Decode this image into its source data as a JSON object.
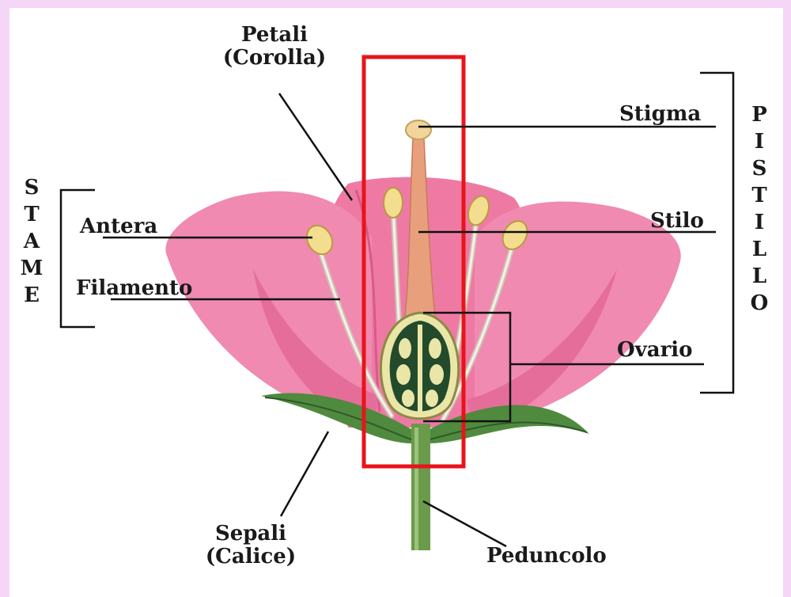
{
  "labels": {
    "petali_1": "Petali",
    "petali_2": "(Corolla)",
    "stigma": "Stigma",
    "stilo": "Stilo",
    "ovario": "Ovario",
    "antera": "Antera",
    "filamento": "Filamento",
    "sepali_1": "Sepali",
    "sepali_2": "(Calice)",
    "peduncolo": "Peduncolo"
  },
  "groups": {
    "stame": [
      "S",
      "T",
      "A",
      "M",
      "E"
    ],
    "pistillo": [
      "P",
      "I",
      "S",
      "T",
      "I",
      "L",
      "L",
      "O"
    ]
  },
  "colors": {
    "page_border": "#f6d6f6",
    "petal": "#f07ba6",
    "petal_dark": "#d85a88",
    "sepal": "#4f8a3e",
    "stem": "#6a9a4a",
    "anther": "#f3dd8f",
    "ovary_fill": "#e9e6a8",
    "ovule_core": "#234a2a",
    "highlight": "#e8141a",
    "leader_line": "#111111"
  }
}
